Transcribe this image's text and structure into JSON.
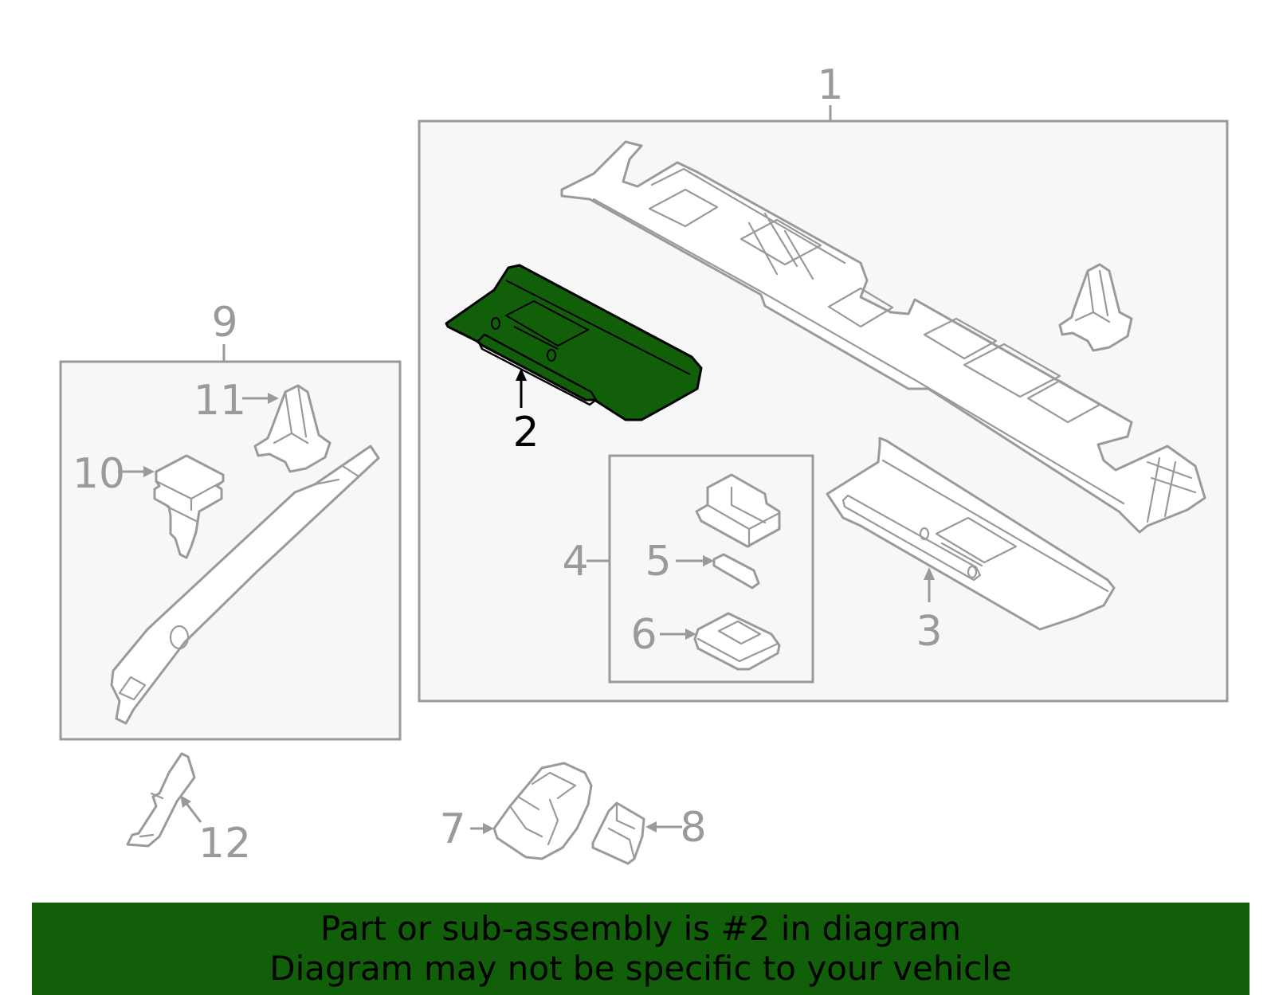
{
  "callouts": {
    "p1": "1",
    "p2": "2",
    "p3": "3",
    "p4": "4",
    "p5": "5",
    "p6": "6",
    "p7": "7",
    "p8": "8",
    "p9": "9",
    "p10": "10",
    "p11": "11",
    "p12": "12"
  },
  "highlight": {
    "part": "2",
    "color": "#125f0a"
  },
  "banner": {
    "line1": "Part or sub-assembly is #2 in diagram",
    "line2": "Diagram may not be specific to your vehicle"
  }
}
